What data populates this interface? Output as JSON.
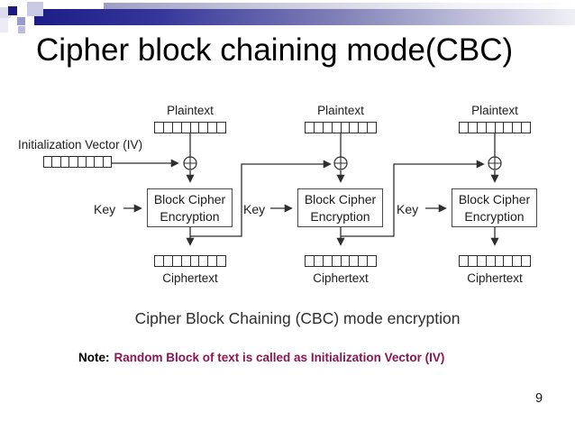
{
  "slide": {
    "title": "Cipher block chaining mode(CBC)",
    "page_number": "9"
  },
  "diagram": {
    "plaintext_label": "Plaintext",
    "iv_label": "Initialization Vector (IV)",
    "key_label": "Key",
    "cipher_box_line1": "Block Cipher",
    "cipher_box_line2": "Encryption",
    "ciphertext_label": "Ciphertext",
    "caption": "Cipher Block Chaining (CBC) mode encryption",
    "cells_per_block": 8
  },
  "note": {
    "prefix": "Note:",
    "text": "Random Block of text is called as Initialization Vector (IV)"
  },
  "colors": {
    "note_highlight": "#8a1550",
    "bar_navy": "#1d1d87",
    "diagram_ink": "#2f2f2f"
  }
}
